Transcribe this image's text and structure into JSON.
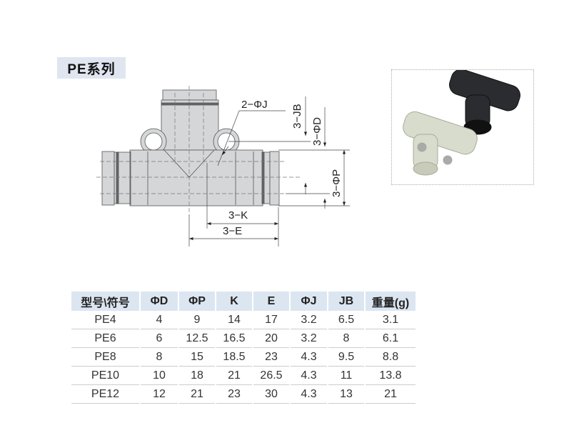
{
  "title": "PE系列",
  "drawing": {
    "labels": {
      "phi_j": "2−ΦJ",
      "jb": "3−JB",
      "phi_d": "3−ΦD",
      "phi_p": "3−ΦP",
      "k": "3−K",
      "e": "3−E"
    }
  },
  "table": {
    "headers": [
      "型号\\符号",
      "ΦD",
      "ΦP",
      "K",
      "E",
      "ΦJ",
      "JB",
      "重量(g)"
    ],
    "rows": [
      [
        "PE4",
        "4",
        "9",
        "14",
        "17",
        "3.2",
        "6.5",
        "3.1"
      ],
      [
        "PE6",
        "6",
        "12.5",
        "16.5",
        "20",
        "3.2",
        "8",
        "6.1"
      ],
      [
        "PE8",
        "8",
        "15",
        "18.5",
        "23",
        "4.3",
        "9.5",
        "8.8"
      ],
      [
        "PE10",
        "10",
        "18",
        "21",
        "26.5",
        "4.3",
        "11",
        "13.8"
      ],
      [
        "PE12",
        "12",
        "21",
        "23",
        "30",
        "4.3",
        "13",
        "21"
      ]
    ]
  }
}
